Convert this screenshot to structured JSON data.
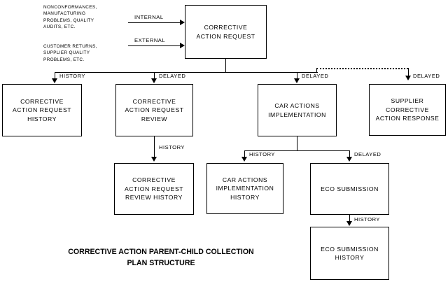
{
  "diagram": {
    "title": "CORRECTIVE ACTION PARENT-CHILD COLLECTION\nPLAN STRUCTURE",
    "sources": [
      {
        "id": "internal-source",
        "text": "NONCONFORMANCES,\nMANUFACTURING\nPROBLEMS, QUALITY\nAUDITS, ETC.",
        "edge": "INTERNAL"
      },
      {
        "id": "external-source",
        "text": "CUSTOMER RETURNS,\nSUPPLIER QUALITY\nPROBLEMS, ETC.",
        "edge": "EXTERNAL"
      }
    ],
    "nodes": [
      {
        "id": "corrective-action-request",
        "label": "CORRECTIVE\nACTION REQUEST"
      },
      {
        "id": "corrective-action-request-history",
        "label": "CORRECTIVE\nACTION REQUEST\nHISTORY"
      },
      {
        "id": "corrective-action-request-review",
        "label": "CORRECTIVE\nACTION REQUEST\nREVIEW"
      },
      {
        "id": "car-actions-implementation",
        "label": "CAR ACTIONS\nIMPLEMENTATION"
      },
      {
        "id": "supplier-corrective-action-response",
        "label": "SUPPLIER\nCORRECTIVE\nACTION RESPONSE"
      },
      {
        "id": "corrective-action-request-review-history",
        "label": "CORRECTIVE\nACTION REQUEST\nREVIEW HISTORY"
      },
      {
        "id": "car-actions-implementation-history",
        "label": "CAR ACTIONS\nIMPLEMENTATION\nHISTORY"
      },
      {
        "id": "eco-submission",
        "label": "ECO SUBMISSION"
      },
      {
        "id": "eco-submission-history",
        "label": "ECO SUBMISSION\nHISTORY"
      }
    ],
    "edges": [
      {
        "id": "edge-internal",
        "label": "INTERNAL",
        "from": "internal-source",
        "to": "corrective-action-request",
        "style": "solid"
      },
      {
        "id": "edge-external",
        "label": "EXTERNAL",
        "from": "external-source",
        "to": "corrective-action-request",
        "style": "solid"
      },
      {
        "id": "edge-car-history",
        "label": "HISTORY",
        "from": "corrective-action-request",
        "to": "corrective-action-request-history",
        "style": "solid"
      },
      {
        "id": "edge-car-review",
        "label": "DELAYED",
        "from": "corrective-action-request",
        "to": "corrective-action-request-review",
        "style": "solid"
      },
      {
        "id": "edge-car-actions",
        "label": "DELAYED",
        "from": "corrective-action-request",
        "to": "car-actions-implementation",
        "style": "solid"
      },
      {
        "id": "edge-supplier-response",
        "label": "DELAYED",
        "from": "corrective-action-request",
        "to": "supplier-corrective-action-response",
        "style": "dotted"
      },
      {
        "id": "edge-review-history",
        "label": "HISTORY",
        "from": "corrective-action-request-review",
        "to": "corrective-action-request-review-history",
        "style": "solid"
      },
      {
        "id": "edge-actions-history",
        "label": "HISTORY",
        "from": "car-actions-implementation",
        "to": "car-actions-implementation-history",
        "style": "solid"
      },
      {
        "id": "edge-eco-submission",
        "label": "DELAYED",
        "from": "car-actions-implementation",
        "to": "eco-submission",
        "style": "solid"
      },
      {
        "id": "edge-eco-history",
        "label": "HISTORY",
        "from": "eco-submission",
        "to": "eco-submission-history",
        "style": "solid"
      }
    ]
  }
}
